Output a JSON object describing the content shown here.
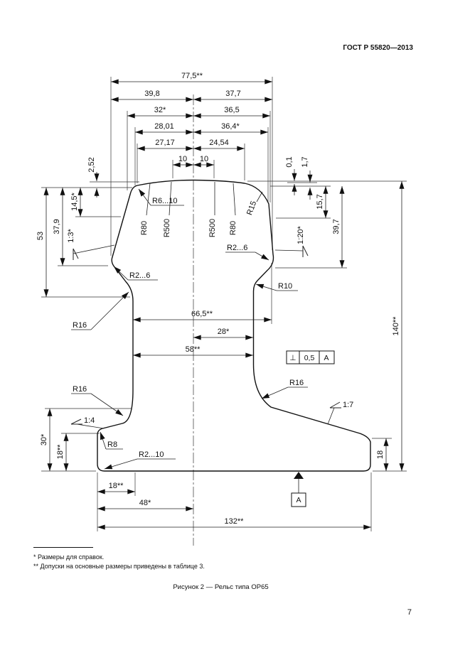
{
  "page": {
    "header": "ГОСТ Р 55820—2013",
    "page_number": "7",
    "caption": "Рисунок 2 — Рельс типа ОР65",
    "footnotes": {
      "ref": "* Размеры для справок.",
      "tol": "** Допуски на основные размеры приведены в таблице 3."
    }
  },
  "drawing": {
    "dims": {
      "head_total": "77,5**",
      "head_left": "39,8",
      "head_right": "37,7",
      "d32": "32*",
      "d36_5": "36,5",
      "d28_01": "28,01",
      "d36_4": "36,4*",
      "d27_17": "27,17",
      "d24_54": "24,54",
      "d10_left": "10",
      "d10_right": "10",
      "d2_52": "2,52",
      "d14_5": "14,5*",
      "d37_9": "37,9",
      "d53": "53",
      "d0_1": "0,1",
      "d1_7": "1,7",
      "d15_7": "15,7",
      "d39_7": "39,7",
      "d140": "140**",
      "d66_5": "66,5**",
      "d28": "28*",
      "d58": "58**",
      "d30": "30*",
      "d18_left": "18**",
      "d18_right": "18",
      "d18_bottom": "18**",
      "d48": "48*",
      "d132": "132**"
    },
    "radii": {
      "r6_10": "R6...10",
      "r80_left": "R80",
      "r500_left": "R500",
      "r500_right": "R500",
      "r80_right": "R80",
      "r15": "R15",
      "r2_6_right": "R2...6",
      "r2_6_left": "R2...6",
      "r10": "R10",
      "r16_head": "R16",
      "r16_base_left": "R16",
      "r16_base_right": "R16",
      "r8": "R8",
      "r2_10": "R2...10"
    },
    "slopes": {
      "s1_3": "1:3*",
      "s1_20": "1:20*",
      "s1_7": "1:7",
      "s1_4": "1:4"
    },
    "tolerance_frame": {
      "symbol": "⊥",
      "value": "0,5",
      "datum": "A"
    },
    "datum_label": "A"
  }
}
